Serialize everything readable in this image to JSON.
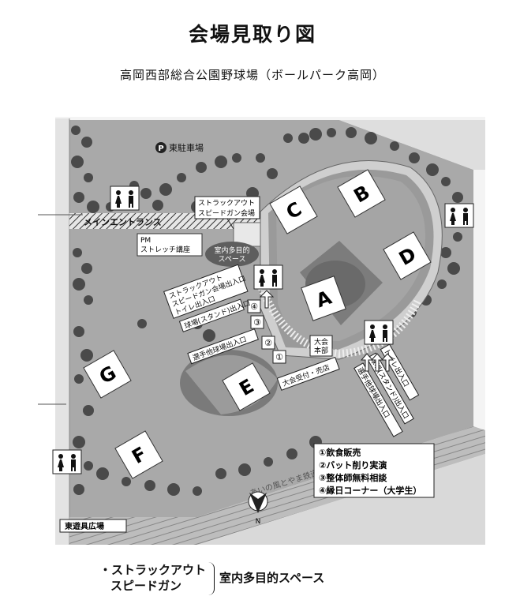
{
  "title": "会場見取り図",
  "subtitle": "高岡西部総合公園野球場（ボールパーク高岡）",
  "parking_east": "東駐車場",
  "parking_symbol": "P",
  "main_entrance": "メインエントランス",
  "stretch_course": [
    "PM",
    "ストレッチ講座"
  ],
  "struckout_venue": [
    "ストラックアウト",
    "スピードガン会場"
  ],
  "multipurpose_space": [
    "室内多目的",
    "スペース"
  ],
  "exit_label_left": [
    "ストラックアウト",
    "スピードガン会場出入口",
    "トイレ出入口"
  ],
  "stand_entrance_left": "球場(スタンド)出入口",
  "player_entrance_left": "選手他球場出入口",
  "hq_label": [
    "大会",
    "本部"
  ],
  "reception_label": "大会受付・売店",
  "right_entrances": [
    "トイレ出入口",
    "球場(スタンド)出入口",
    "選手他球場出入口"
  ],
  "east_plaza": "東遊具広場",
  "railway": "あいの風とやま鉄道",
  "compass": "N",
  "zones": [
    "A",
    "B",
    "C",
    "D",
    "E",
    "F",
    "G"
  ],
  "stand_numbers": [
    "①",
    "②",
    "③",
    "④"
  ],
  "legend": [
    "①飲食販売",
    "②バット削り実演",
    "③整体師無料相談",
    "④縁日コーナー（大学生）"
  ],
  "footer": {
    "line1": "・ストラックアウト",
    "line2": "スピードガン",
    "right": "室内多目的スペース"
  },
  "icons": [
    "restroom-icon",
    "parking-icon",
    "compass-icon",
    "arrow-icon"
  ]
}
